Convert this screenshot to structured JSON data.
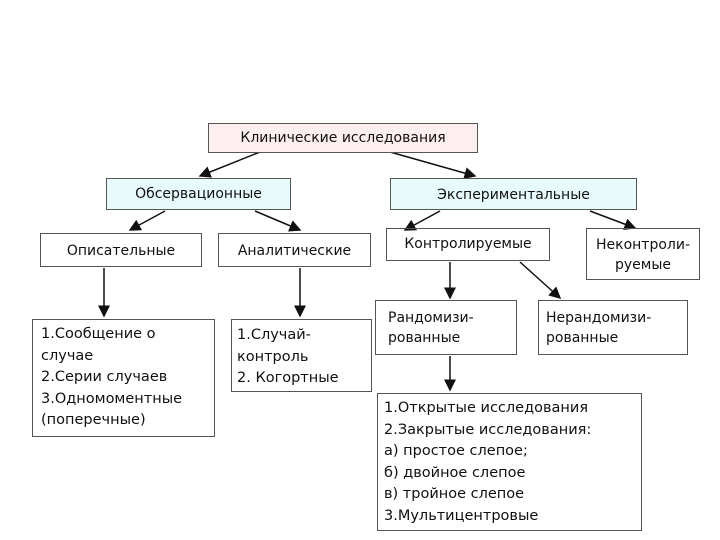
{
  "colors": {
    "root_fill": "#fdeef0",
    "branch_fill": "#e8fbfc",
    "arrow": "#111111"
  },
  "nodes": {
    "root": "Клинические  исследования",
    "observational": "Обсервационные",
    "experimental": "Экспериментальные",
    "descriptive": "Описательные",
    "analytical": "Аналитические",
    "controlled": "Контролируемые",
    "uncontrolled": "Неконтроли-\nруемые",
    "randomized": "Рандомизи-\nрованные",
    "nonrandomized": "Нерандомизи-\nрованные",
    "descriptive_list": "1.Сообщение о\n   случае\n2.Серии случаев\n3.Одномоментные\n   (поперечные)",
    "analytical_list": "1.Случай-\n   контроль\n2. Когортные",
    "randomized_list": "1.Открытые исследования\n2.Закрытые исследования:\n     а) простое слепое;\n     б) двойное слепое\n     в) тройное слепое\n3.Мультицентровые"
  }
}
